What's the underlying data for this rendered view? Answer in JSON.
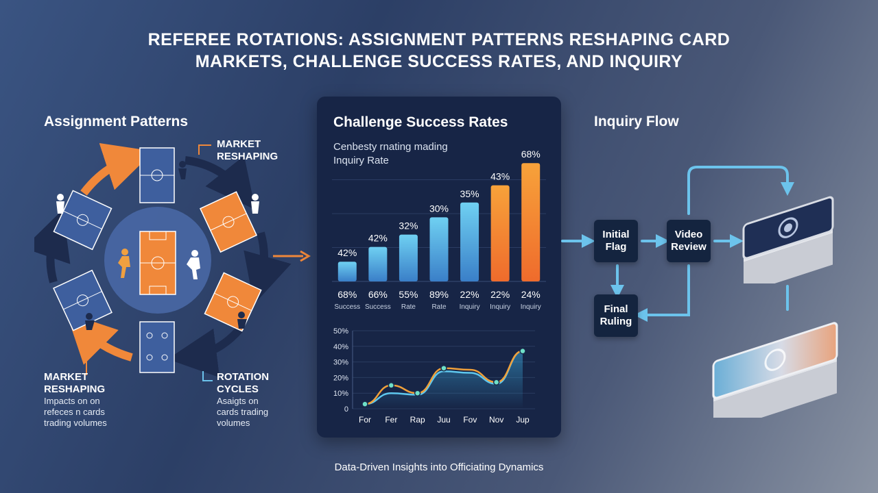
{
  "title_line1": "REFEREE ROTATIONS: ASSIGNMENT PATTERNS RESHAPING CARD",
  "title_line2": "MARKETS, CHALLENGE SUCCESS RATES, AND INQUIRY",
  "left": {
    "heading": "Assignment Patterns",
    "market_label_top_1": "MARKET",
    "market_label_top_2": "RESHAPING",
    "market_label_bottom_1": "MARKET",
    "market_label_bottom_2": "RESHAPING",
    "market_desc_1": "Impacts on on",
    "market_desc_2": "refeces n cards",
    "market_desc_3": "trading volumes",
    "rotation_label_1": "ROTATION",
    "rotation_label_2": "CYCLES",
    "rotation_desc_1": "Asaigts on",
    "rotation_desc_2": "cards trading",
    "rotation_desc_3": "volumes",
    "colors": {
      "orange": "#f0883a",
      "navy": "#1d2b4d",
      "blue_field": "#3e5f9e",
      "center_disc": "#4a6aa8"
    }
  },
  "panel": {
    "heading": "Challenge Success Rates",
    "sub_line1": "Cenbesty rnating mading",
    "sub_line2": "Inquiry Rate"
  },
  "right": {
    "heading": "Inquiry Flow",
    "box_initial_1": "Initial",
    "box_initial_2": "Flag",
    "box_video_1": "Video",
    "box_video_2": "Review",
    "box_final_1": "Final",
    "box_final_2": "Ruling",
    "arrow_color": "#6cc3ec"
  },
  "footer": "Data-Driven Insights into Officiating Dynamics",
  "chart_data": [
    {
      "type": "bar",
      "categories": [
        "Success",
        "Success",
        "Rate",
        "Rate",
        "Inquiry",
        "Inquiry",
        "Inquiry"
      ],
      "top_labels": [
        "42%",
        "42%",
        "32%",
        "30%",
        "35%",
        "43%",
        "68%"
      ],
      "bottom_labels": [
        "68%",
        "66%",
        "55%",
        "89%",
        "22%",
        "22%",
        "24%"
      ],
      "values": [
        8,
        14,
        19,
        26,
        32,
        39,
        48
      ],
      "ylim": [
        0,
        50
      ],
      "bar_colors": [
        "blue",
        "blue",
        "blue",
        "blue",
        "blue",
        "orange",
        "orange"
      ]
    },
    {
      "type": "line",
      "x": [
        "For",
        "Fer",
        "Rap",
        "Juu",
        "Fov",
        "Nov",
        "Jup"
      ],
      "ytick_labels": [
        "0",
        "10%",
        "20%",
        "30%",
        "40%",
        "50%"
      ],
      "ylim": [
        0,
        50
      ],
      "series": [
        {
          "values": [
            3,
            15,
            10,
            26,
            25,
            17,
            37
          ],
          "color": "#f0a03a"
        },
        {
          "values": [
            3,
            10,
            9,
            24,
            23,
            16,
            37
          ],
          "color": "#5fc8ee"
        }
      ],
      "markers": [
        3,
        15,
        10,
        26,
        17,
        37
      ]
    }
  ]
}
